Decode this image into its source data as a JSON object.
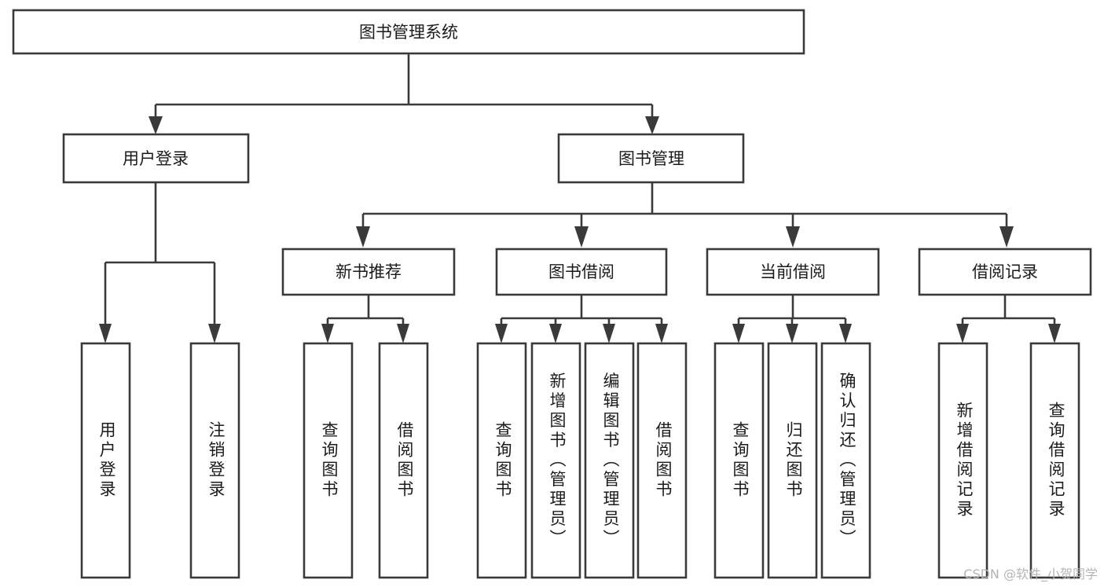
{
  "diagram": {
    "title": "图书管理系统",
    "type": "tree",
    "orientation": "top-down",
    "colors": {
      "background": "#ffffff",
      "node_fill": "#ffffff",
      "node_stroke": "#3a3a3a",
      "text": "#1b1b1b",
      "watermark": "#b4b4b4"
    }
  },
  "nodes": {
    "root": {
      "id": "root",
      "label": "图书管理系统",
      "level": 1,
      "orientation": "horizontal"
    },
    "l2": [
      {
        "id": "user-login",
        "label": "用户登录",
        "level": 2,
        "orientation": "horizontal"
      },
      {
        "id": "book-manage",
        "label": "图书管理",
        "level": 2,
        "orientation": "horizontal"
      }
    ],
    "l3": [
      {
        "id": "new-book-recommend",
        "label": "新书推荐",
        "level": 3,
        "orientation": "horizontal",
        "parent": "book-manage"
      },
      {
        "id": "book-borrow",
        "label": "图书借阅",
        "level": 3,
        "orientation": "horizontal",
        "parent": "book-manage"
      },
      {
        "id": "current-borrow",
        "label": "当前借阅",
        "level": 3,
        "orientation": "horizontal",
        "parent": "book-manage"
      },
      {
        "id": "borrow-record",
        "label": "借阅记录",
        "level": 3,
        "orientation": "horizontal",
        "parent": "book-manage"
      }
    ],
    "leaves": [
      {
        "id": "leaf-user-login",
        "label": "用户登录",
        "orientation": "vertical",
        "parent": "user-login"
      },
      {
        "id": "leaf-logout",
        "label": "注销登录",
        "orientation": "vertical",
        "parent": "user-login"
      },
      {
        "id": "leaf-query-book-1",
        "label": "查询图书",
        "orientation": "vertical",
        "parent": "new-book-recommend"
      },
      {
        "id": "leaf-borrow-book-1",
        "label": "借阅图书",
        "orientation": "vertical",
        "parent": "new-book-recommend"
      },
      {
        "id": "leaf-query-book-2",
        "label": "查询图书",
        "orientation": "vertical",
        "parent": "book-borrow"
      },
      {
        "id": "leaf-add-book",
        "label": "新增图书（管理员）",
        "orientation": "vertical",
        "parent": "book-borrow"
      },
      {
        "id": "leaf-edit-book",
        "label": "编辑图书（管理员）",
        "orientation": "vertical",
        "parent": "book-borrow"
      },
      {
        "id": "leaf-borrow-book-2",
        "label": "借阅图书",
        "orientation": "vertical",
        "parent": "book-borrow"
      },
      {
        "id": "leaf-query-book-3",
        "label": "查询图书",
        "orientation": "vertical",
        "parent": "current-borrow"
      },
      {
        "id": "leaf-return-book",
        "label": "归还图书",
        "orientation": "vertical",
        "parent": "current-borrow"
      },
      {
        "id": "leaf-confirm-return",
        "label": "确认归还（管理员）",
        "orientation": "vertical",
        "parent": "current-borrow"
      },
      {
        "id": "leaf-add-record",
        "label": "新增借阅记录",
        "orientation": "vertical",
        "parent": "borrow-record"
      },
      {
        "id": "leaf-query-record",
        "label": "查询借阅记录",
        "orientation": "vertical",
        "parent": "borrow-record"
      }
    ]
  },
  "watermark": {
    "text": "CSDN @软件_小贺同学"
  }
}
